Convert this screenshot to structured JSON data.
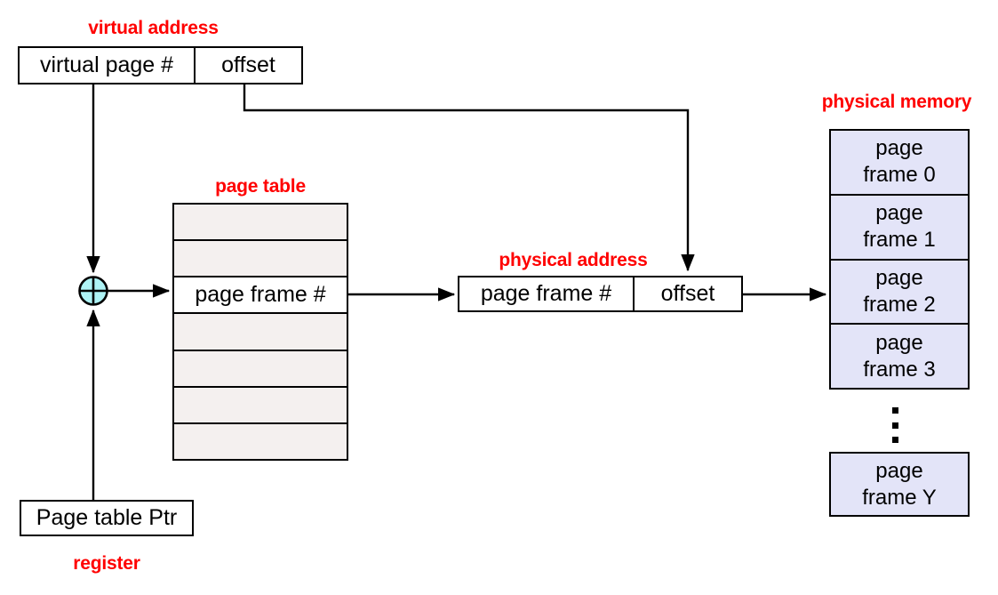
{
  "diagram": {
    "title": "virtual-to-physical address translation via page table",
    "colors": {
      "label_red": "#ff0000",
      "page_table_row": "#f4f0ef",
      "page_table_highlight": "#ffffff",
      "physical_memory": "#e3e4f8",
      "adder_fill": "#aef3f5",
      "stroke": "#000000",
      "background": "#ffffff"
    }
  },
  "labels": {
    "virtual_address": "virtual address",
    "page_table": "page table",
    "physical_address": "physical address",
    "physical_memory": "physical memory",
    "register": "register"
  },
  "virtual_address": {
    "fields": [
      {
        "name": "virtual-page-number",
        "text": "virtual page #"
      },
      {
        "name": "offset",
        "text": "offset"
      }
    ]
  },
  "physical_address": {
    "fields": [
      {
        "name": "page-frame-number",
        "text": "page frame #"
      },
      {
        "name": "offset",
        "text": "offset"
      }
    ]
  },
  "page_table": {
    "row_count": 7,
    "highlight_index": 2,
    "rows": [
      {
        "text": "",
        "highlight": false
      },
      {
        "text": "",
        "highlight": false
      },
      {
        "text": "page frame #",
        "highlight": true
      },
      {
        "text": "",
        "highlight": false
      },
      {
        "text": "",
        "highlight": false
      },
      {
        "text": "",
        "highlight": false
      },
      {
        "text": "",
        "highlight": false
      }
    ]
  },
  "register": {
    "box_text": "Page table Ptr"
  },
  "physical_memory": {
    "frames": [
      {
        "line1": "page",
        "line2": "frame 0"
      },
      {
        "line1": "page",
        "line2": "frame 1"
      },
      {
        "line1": "page",
        "line2": "frame 2"
      },
      {
        "line1": "page",
        "line2": "frame 3"
      }
    ],
    "ellipsis": "vertical-ellipsis",
    "last_frame": {
      "line1": "page",
      "line2": "frame Y"
    },
    "target_frame_index": 2
  },
  "adder": {
    "symbol": "plus",
    "name": "address-adder"
  }
}
